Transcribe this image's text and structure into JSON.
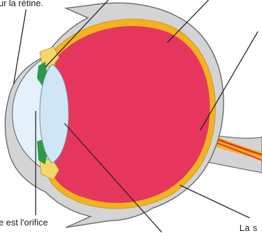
{
  "labels": {
    "retina_partial": "ur la rétine.",
    "pupil_partial": "e est l'orifice",
    "sclera_partial": "La s"
  },
  "colors": {
    "sclera": "#d3d4d5",
    "sclera_outline": "#6e6e70",
    "choroid": "#f2b41e",
    "vitreous": "#e6365e",
    "lens": "#cfe6f6",
    "cornea": "#e4f1fb",
    "iris": "#2e9a43",
    "ciliary": "#f4d868",
    "optic_nerve_vessel": "#e23a2a",
    "leader_line": "#222222"
  }
}
